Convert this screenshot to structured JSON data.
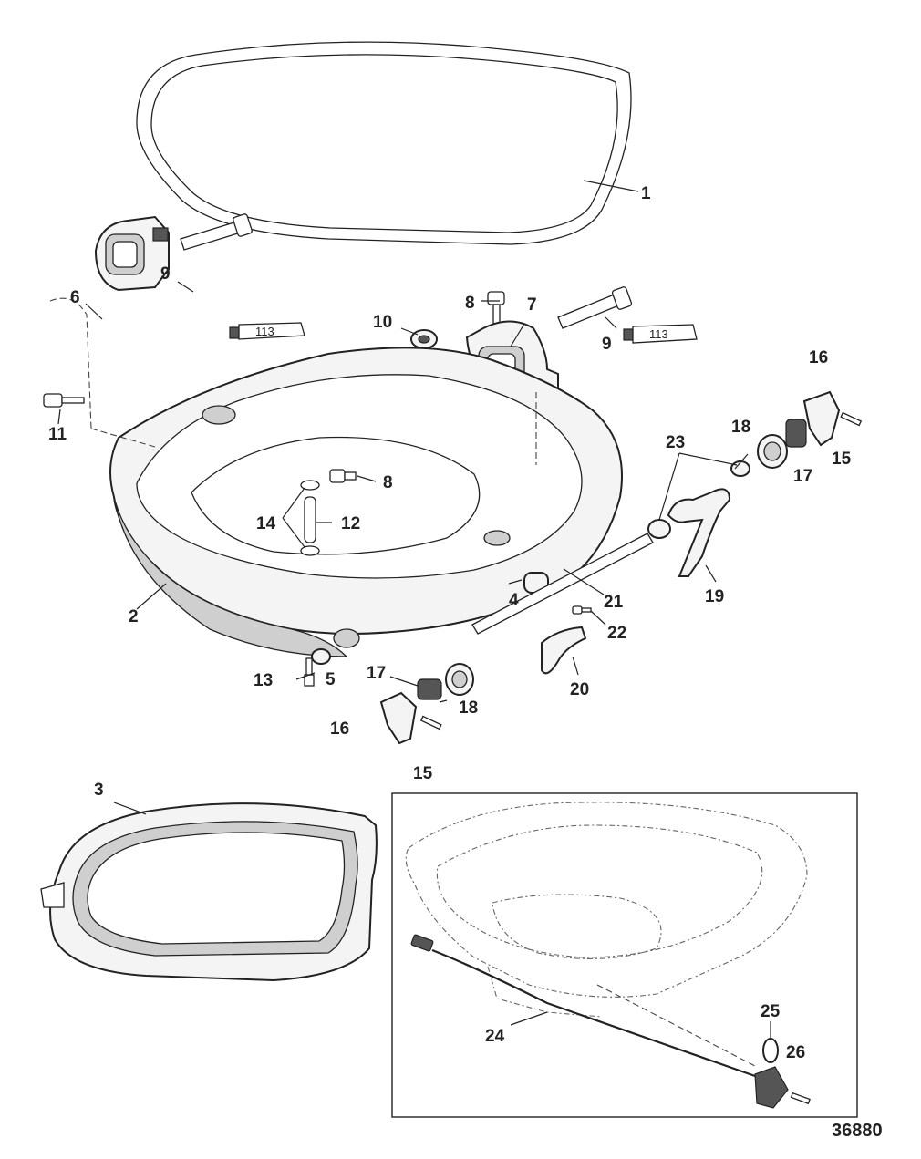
{
  "figure_number": "36880",
  "callouts": [
    "1",
    "2",
    "3",
    "4",
    "5",
    "6",
    "7",
    "8",
    "8",
    "9",
    "9",
    "10",
    "11",
    "12",
    "13",
    "14",
    "15",
    "15",
    "16",
    "16",
    "17",
    "17",
    "18",
    "18",
    "19",
    "20",
    "21",
    "22",
    "23",
    "24",
    "25",
    "26"
  ],
  "tube_labels": [
    "113",
    "113"
  ]
}
